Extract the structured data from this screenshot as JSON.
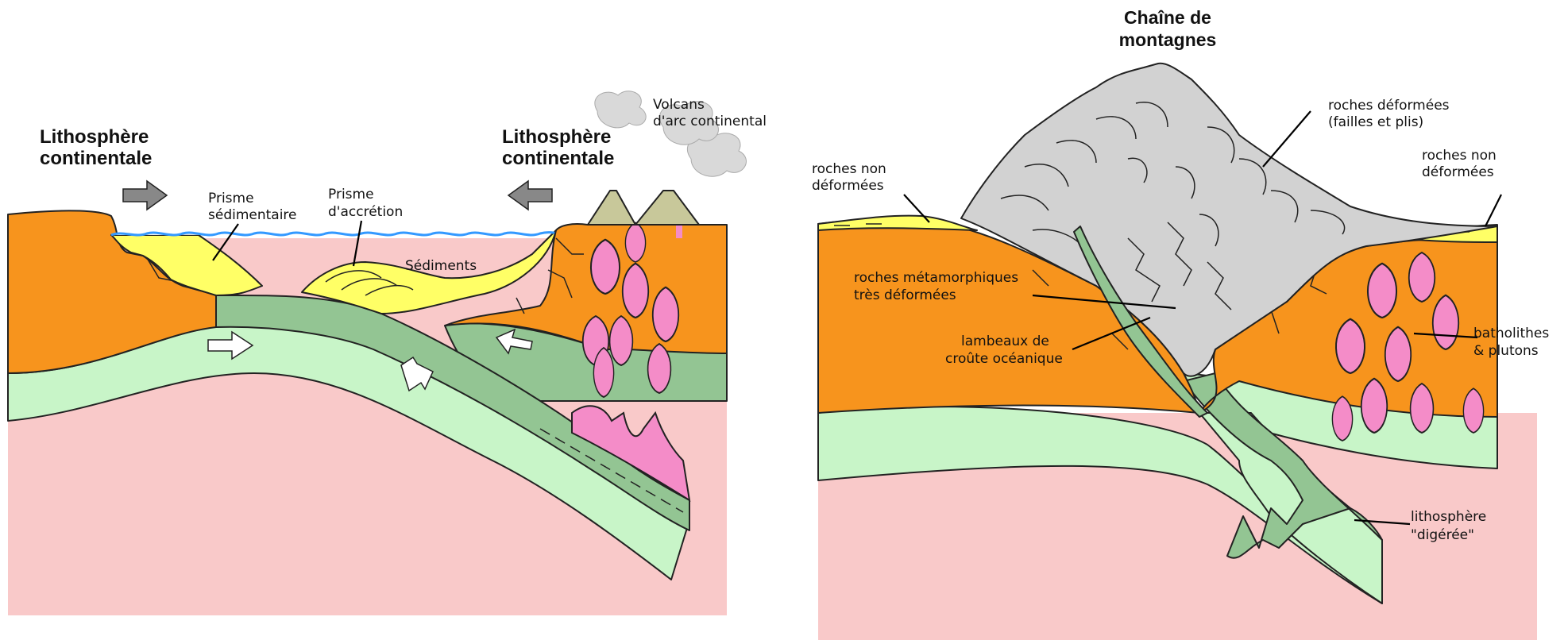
{
  "left_diagram": {
    "label_lithosphere_left": [
      "Lithosphère",
      "continentale"
    ],
    "label_lithosphere_right": [
      "Lithosphère",
      "continentale"
    ],
    "label_prisme_sedimentaire": [
      "Prisme",
      "sédimentaire"
    ],
    "label_prisme_accretion": [
      "Prisme",
      "d'accrétion"
    ],
    "label_sediments": "Sédiments",
    "label_volcans": [
      "Volcans",
      "d'arc continental"
    ]
  },
  "right_diagram": {
    "title": [
      "Chaîne de",
      "montagnes"
    ],
    "label_roches_deformees": [
      "roches déformées",
      "(failles et plis)"
    ],
    "label_roches_non_deformees_left": [
      "roches non",
      "déformées"
    ],
    "label_roches_non_deformees_right": [
      "roches non",
      "déformées"
    ],
    "label_roches_metamorphiques": [
      "roches métamorphiques",
      "très déformées"
    ],
    "label_lambeaux": [
      "lambeaux de",
      "croûte océanique"
    ],
    "label_batholithes": [
      "batholithes",
      "& plutons"
    ],
    "label_lithosphere_digeree": [
      "lithosphère",
      "\"digérée\""
    ]
  },
  "colors": {
    "continental_crust": "#f7941d",
    "lithospheric_mantle": "#c8f5c8",
    "oceanic_lithosphere": "#93c593",
    "asthenosphere": "#f9c9c9",
    "sediments": "#ffff66",
    "magma": "#f48cc8",
    "mountain_rock": "#d2d2d2",
    "ocean": "#3399ff",
    "arrow_grey": "#888888"
  }
}
